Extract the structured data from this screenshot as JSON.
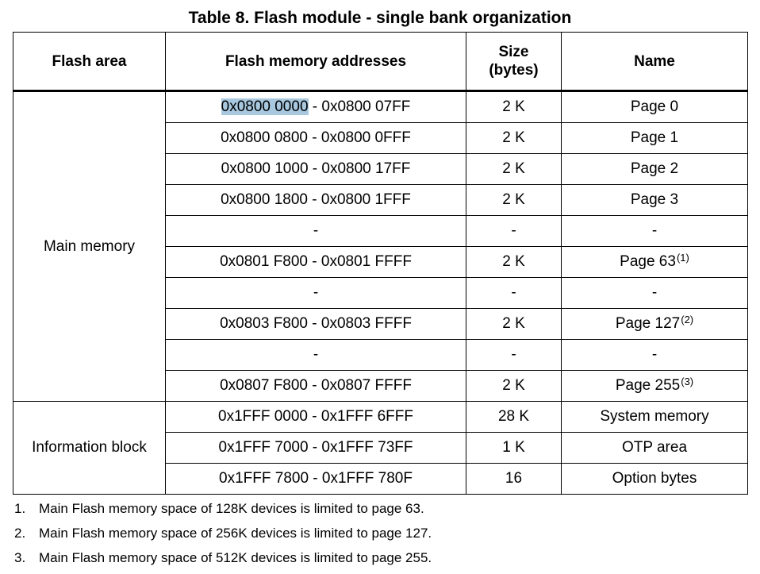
{
  "title": "Table 8. Flash module - single bank organization",
  "headers": {
    "area": "Flash area",
    "addresses": "Flash memory addresses",
    "size_line1": "Size",
    "size_line2": "(bytes)",
    "name": "Name"
  },
  "main": {
    "area_label": "Main memory",
    "rows": [
      {
        "addr_highlight": "0x0800 0000",
        "addr_rest": " - 0x0800 07FF",
        "size": "2 K",
        "name": "Page 0",
        "note_ref": ""
      },
      {
        "addr_highlight": "",
        "addr_rest": "0x0800 0800 - 0x0800 0FFF",
        "size": "2 K",
        "name": "Page 1",
        "note_ref": ""
      },
      {
        "addr_highlight": "",
        "addr_rest": "0x0800 1000 - 0x0800 17FF",
        "size": "2 K",
        "name": "Page 2",
        "note_ref": ""
      },
      {
        "addr_highlight": "",
        "addr_rest": "0x0800 1800 - 0x0800 1FFF",
        "size": "2 K",
        "name": "Page 3",
        "note_ref": ""
      },
      {
        "addr_highlight": "",
        "addr_rest": "-",
        "size": "-",
        "name": "-",
        "note_ref": ""
      },
      {
        "addr_highlight": "",
        "addr_rest": "0x0801 F800 - 0x0801 FFFF",
        "size": "2 K",
        "name": "Page 63",
        "note_ref": "(1)"
      },
      {
        "addr_highlight": "",
        "addr_rest": "-",
        "size": "-",
        "name": "-",
        "note_ref": ""
      },
      {
        "addr_highlight": "",
        "addr_rest": "0x0803 F800 - 0x0803 FFFF",
        "size": "2 K",
        "name": "Page 127",
        "note_ref": "(2)"
      },
      {
        "addr_highlight": "",
        "addr_rest": "-",
        "size": "-",
        "name": "-",
        "note_ref": ""
      },
      {
        "addr_highlight": "",
        "addr_rest": "0x0807 F800 - 0x0807 FFFF",
        "size": "2 K",
        "name": "Page 255",
        "note_ref": "(3)"
      }
    ]
  },
  "info": {
    "area_label": "Information block",
    "rows": [
      {
        "addr": "0x1FFF 0000 - 0x1FFF 6FFF",
        "size": "28 K",
        "name": "System memory"
      },
      {
        "addr": "0x1FFF 7000 - 0x1FFF 73FF",
        "size": "1 K",
        "name": "OTP area"
      },
      {
        "addr": "0x1FFF 7800 - 0x1FFF 780F",
        "size": "16",
        "name": "Option bytes"
      }
    ]
  },
  "notes": [
    {
      "num": "1.",
      "text": "Main Flash memory space of 128K devices is limited to page 63."
    },
    {
      "num": "2.",
      "text": "Main Flash memory space of 256K devices is limited to page 127."
    },
    {
      "num": "3.",
      "text": "Main Flash memory space of 512K devices is limited to page 255."
    }
  ],
  "colors": {
    "selection_highlight": "#a8c8e0"
  }
}
